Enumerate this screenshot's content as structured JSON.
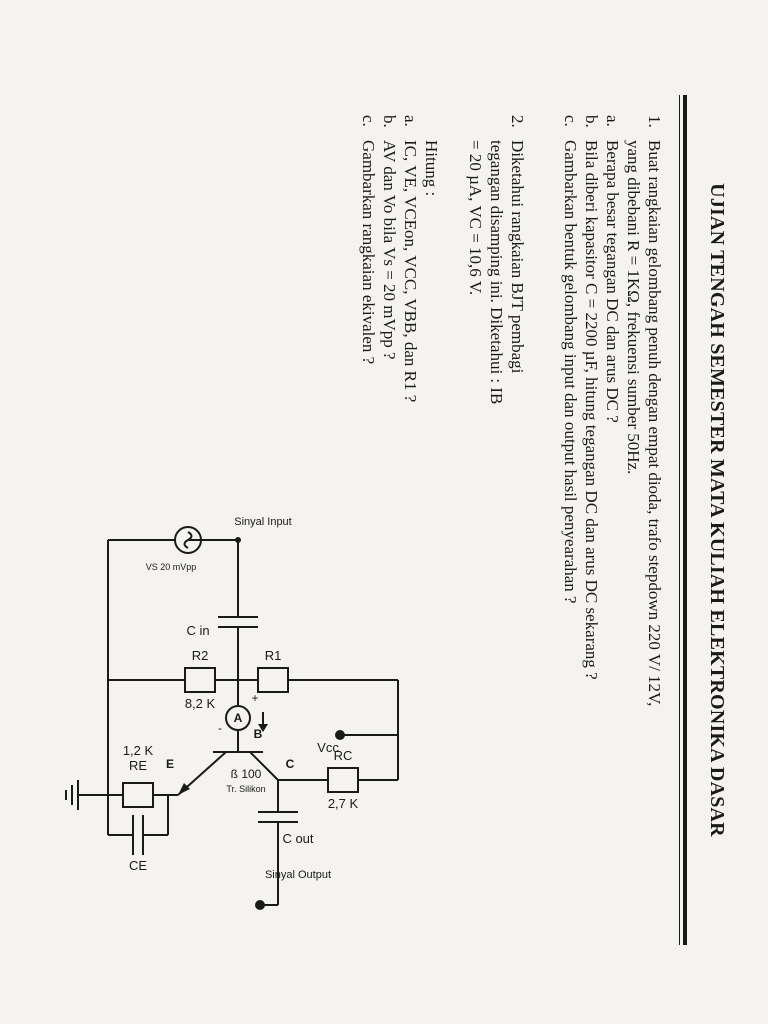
{
  "title": "UJIAN TENGAH SEMESTER MATA KULIAH ELEKTRONIKA DASAR",
  "q1": {
    "number": "1.",
    "lines": [
      "Buat rangkaian gelombang penuh dengan empat dioda, trafo stepdown 220 V/ 12V,",
      "yang dibebani R = 1KΩ, frekuensi sumber 50Hz."
    ],
    "items": [
      {
        "letter": "a.",
        "text": "Berapa besar tegangan DC dan arus DC ?"
      },
      {
        "letter": "b.",
        "text": "Bila diberi kapasitor C = 2200 µF, hitung tegangan DC dan arus DC sekarang ?"
      },
      {
        "letter": "c.",
        "text": "Gambarkan bentuk gelombang input dan output hasil penyearahan ?"
      }
    ]
  },
  "q2": {
    "number": "2.",
    "lines": [
      "Diketahui rangkaian BJT pembagi",
      "tegangan disamping ini. Diketahui : IB",
      "= 20 µA, VC = 10,6 V."
    ],
    "hitung": "Hitung :",
    "items": [
      {
        "letter": "a.",
        "text": "IC, VE, VCEon, VCC, VBB, dan R1 ?"
      },
      {
        "letter": "b.",
        "text": "AV dan Vo bila Vs = 20 mVpp ?"
      },
      {
        "letter": "c.",
        "text": "Gambarkan rangkaian ekivalen ?"
      }
    ]
  },
  "circuit": {
    "vcc": "Vcc",
    "r1": "R1",
    "rc": "RC",
    "rc_value": "2,7 K",
    "r2": "R2",
    "r2_value": "8,2 K",
    "re": "RE",
    "re_value": "1,2 K",
    "cin": "C in",
    "cout": "C out",
    "ce": "CE",
    "beta": "ß 100",
    "transistor": "Tr. Silikon",
    "b": "B",
    "c": "C",
    "e": "E",
    "ammeter": "A",
    "plus": "+",
    "minus": "-",
    "signal_in": "Sinyal Input",
    "signal_out": "Sinyal Output",
    "source": "VS 20 mVpp"
  }
}
